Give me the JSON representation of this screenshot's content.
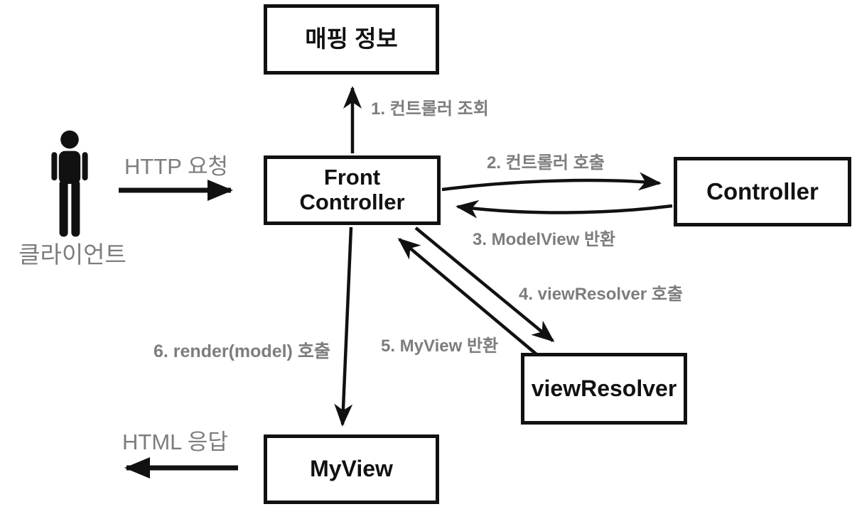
{
  "diagram": {
    "title": "Front Controller MVC flow diagram",
    "boxes": {
      "mapping_info": "매핑 정보",
      "front_controller": "Front\nController",
      "controller": "Controller",
      "view_resolver": "viewResolver",
      "my_view": "MyView"
    },
    "actor": {
      "label": "클라이언트",
      "icon": "person-icon"
    },
    "flows": {
      "http_request": "HTTP 요청",
      "step1": "1. 컨트롤러 조회",
      "step2": "2. 컨트롤러 호출",
      "step3": "3. ModelView 반환",
      "step4": "4. viewResolver 호출",
      "step5": "5. MyView 반환",
      "step6": "6. render(model) 호출",
      "html_response": "HTML 응답"
    },
    "colors": {
      "background": "#ffffff",
      "box_border": "#111111",
      "box_text": "#111111",
      "arrow": "#111111",
      "label_gray": "#7d7d7d"
    }
  }
}
